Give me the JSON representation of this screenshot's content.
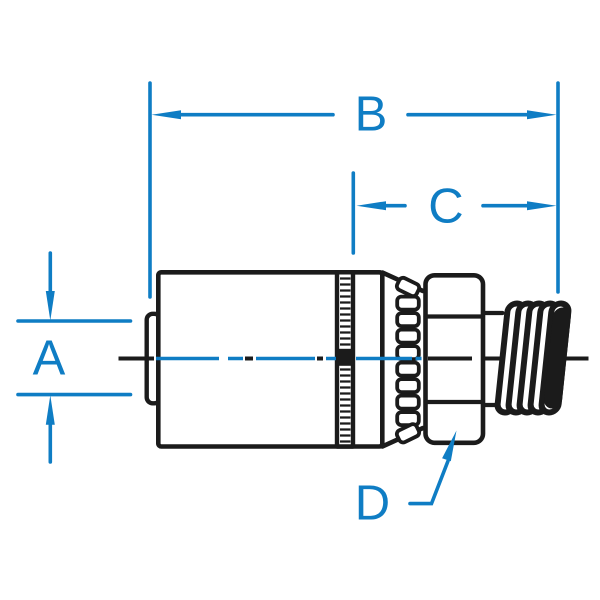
{
  "figure": {
    "type": "technical-drawing",
    "subject": "Crimp hose fitting with hex nut and male thread end, side view"
  },
  "colors": {
    "dimension_blue": "#0f7dc4",
    "drawing_black": "#1b1b1b",
    "background": "#ffffff"
  },
  "dimension_labels": {
    "a": "A",
    "b": "B",
    "c": "C",
    "d": "D"
  }
}
